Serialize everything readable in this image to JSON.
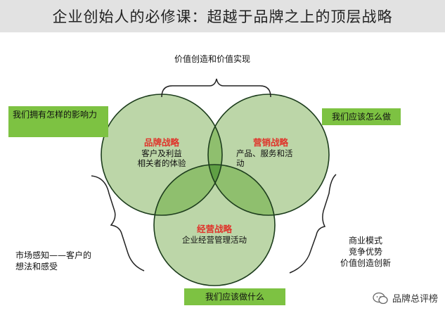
{
  "title": "企业创始人的必修课：超越于品牌之上的顶层战略",
  "top_label": "价值创造和价值实现",
  "boxes": {
    "top_left": "我们拥有怎样的影响力",
    "top_right": "我们应该怎么做",
    "bottom": "我们应该做什么"
  },
  "circles": {
    "brand": {
      "title": "品牌战略",
      "line1": "客户及利益",
      "line2": "相关者的体验"
    },
    "marketing": {
      "title": "营销战略",
      "line1": "产品、服务和活",
      "line2": "动"
    },
    "operation": {
      "title": "经营战略",
      "line1": "企业经营管理活动"
    }
  },
  "left_label": {
    "line1": "市场感知——客户的",
    "line2": "想法和感受"
  },
  "right_label": {
    "line1": "商业模式",
    "line2": "竞争优势",
    "line3": "价值创造创新"
  },
  "watermark": "品牌总评榜",
  "colors": {
    "circle_fill": "#bcd6a8",
    "overlap_fill": "#8fbf6e",
    "center_fill": "#5f9f44",
    "circle_stroke": "#1d3d1d",
    "box_green": "#7dc242",
    "title_red": "#e0332a"
  }
}
